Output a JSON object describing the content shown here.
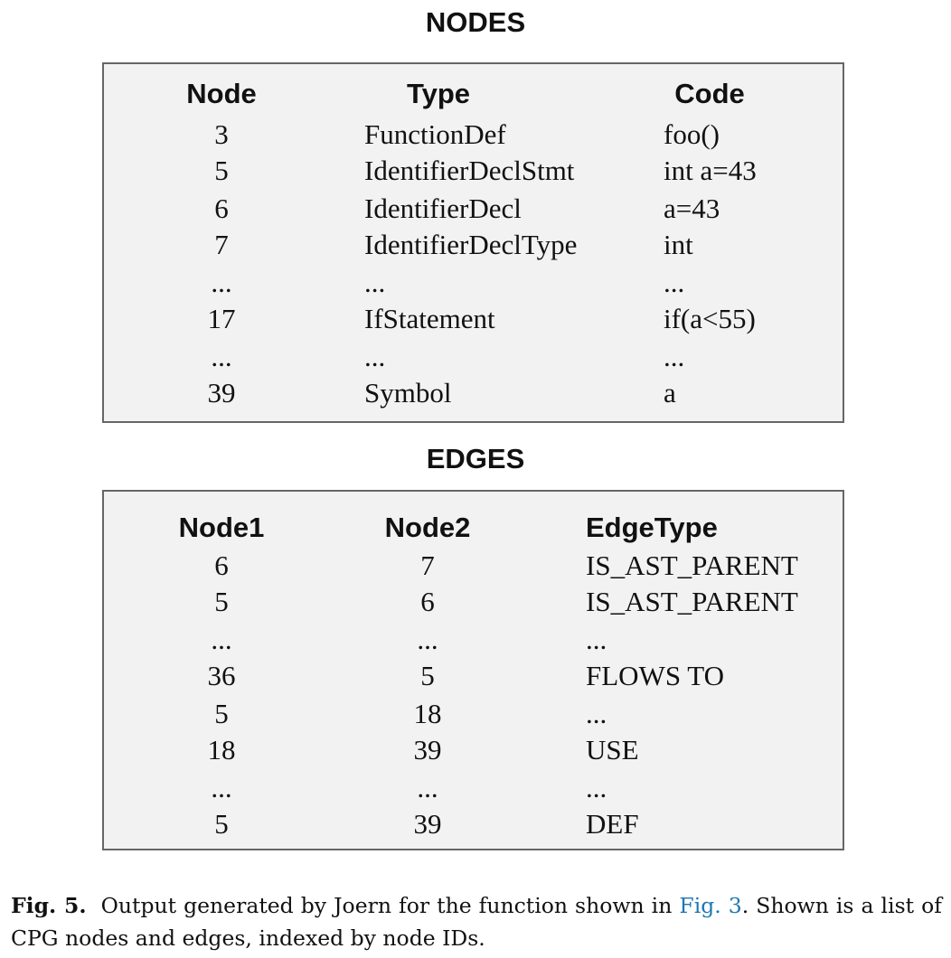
{
  "nodes": {
    "title": "NODES",
    "headers": [
      "Node",
      "Type",
      "Code"
    ],
    "rows": [
      [
        "3",
        "FunctionDef",
        "foo()"
      ],
      [
        "5",
        "IdentifierDeclStmt",
        "int a=43"
      ],
      [
        "6",
        "IdentifierDecl",
        "a=43"
      ],
      [
        "7",
        "IdentifierDeclType",
        "int"
      ],
      [
        "...",
        "...",
        "..."
      ],
      [
        "17",
        "IfStatement",
        "if(a<55)"
      ],
      [
        "...",
        "...",
        "..."
      ],
      [
        "39",
        "Symbol",
        "a"
      ]
    ]
  },
  "edges": {
    "title": "EDGES",
    "headers": [
      "Node1",
      "Node2",
      "EdgeType"
    ],
    "rows": [
      [
        "6",
        "7",
        "IS_AST_PARENT"
      ],
      [
        "5",
        "6",
        "IS_AST_PARENT"
      ],
      [
        "...",
        "...",
        "..."
      ],
      [
        "36",
        "5",
        "FLOWS TO"
      ],
      [
        "5",
        "18",
        "..."
      ],
      [
        "18",
        "39",
        "USE"
      ],
      [
        "...",
        "...",
        "..."
      ],
      [
        "5",
        "39",
        "DEF"
      ]
    ]
  },
  "caption": {
    "label": "Fig. 5.",
    "text_before_ref": "Output generated by Joern for the function shown in",
    "ref": "Fig. 3",
    "text_after_ref": ". Shown is a list of CPG nodes and edges, indexed by node IDs."
  },
  "colors": {
    "box_fill": "#f2f2f2",
    "box_border": "#666666",
    "link": "#1f77b4"
  }
}
